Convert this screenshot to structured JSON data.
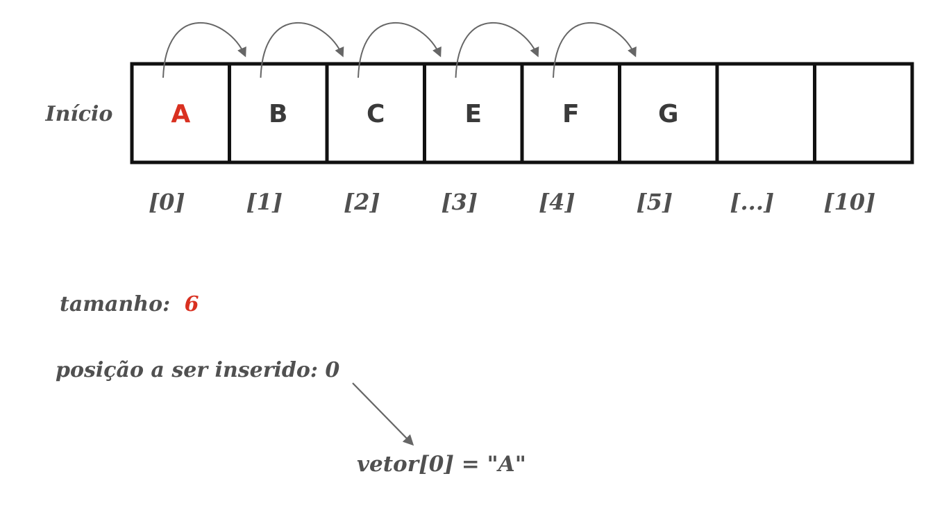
{
  "diagram": {
    "start_label": "Início",
    "cells": [
      {
        "value": "A",
        "highlight": true
      },
      {
        "value": "B",
        "highlight": false
      },
      {
        "value": "C",
        "highlight": false
      },
      {
        "value": "E",
        "highlight": false
      },
      {
        "value": "F",
        "highlight": false
      },
      {
        "value": "G",
        "highlight": false
      },
      {
        "value": "",
        "highlight": false
      },
      {
        "value": "",
        "highlight": false
      }
    ],
    "indices": [
      "[0]",
      "[1]",
      "[2]",
      "[3]",
      "[4]",
      "[5]",
      "[...]",
      "[10]"
    ],
    "shift_arrows_from_cells": [
      0,
      1,
      2,
      3,
      4
    ]
  },
  "size_info": {
    "label": "tamanho:",
    "value": "6"
  },
  "insert_info": {
    "label": "posição a ser inserido: 0"
  },
  "assignment": {
    "text": "vetor[0] = \"A\""
  },
  "colors": {
    "highlight": "#d93020",
    "text": "#505050",
    "letters": "#3a3a3a",
    "cell_border": "#111111",
    "arrow": "#666666"
  }
}
